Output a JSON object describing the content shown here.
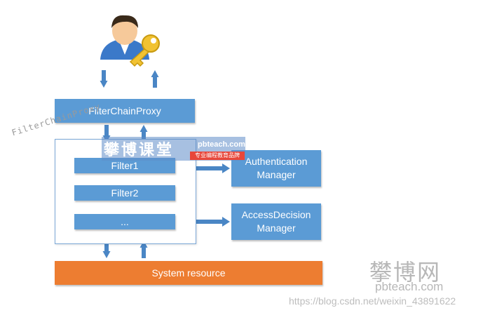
{
  "diagram": {
    "proxy_label": "FilterChainProxy",
    "chain_label": "FilterChainProxy",
    "filters": [
      "Filter1",
      "Filter2",
      "..."
    ],
    "auth_manager": "Authentication\nManager",
    "access_manager": "AccessDecision\nManager",
    "system_resource": "System resource"
  },
  "watermark": {
    "badge_text": "攀博课堂",
    "badge_domain": "pbteach.com",
    "badge_tag": "专业编程教育品牌",
    "site_name": "攀博网",
    "site_domain": "pbteach.com",
    "url": "https://blog.csdn.net/weixin_43891622"
  },
  "colors": {
    "box_blue": "#5b9bd5",
    "arrow_blue": "#4a86c5",
    "resource_orange": "#ed7d31"
  },
  "icons": [
    "user-with-key-icon"
  ]
}
